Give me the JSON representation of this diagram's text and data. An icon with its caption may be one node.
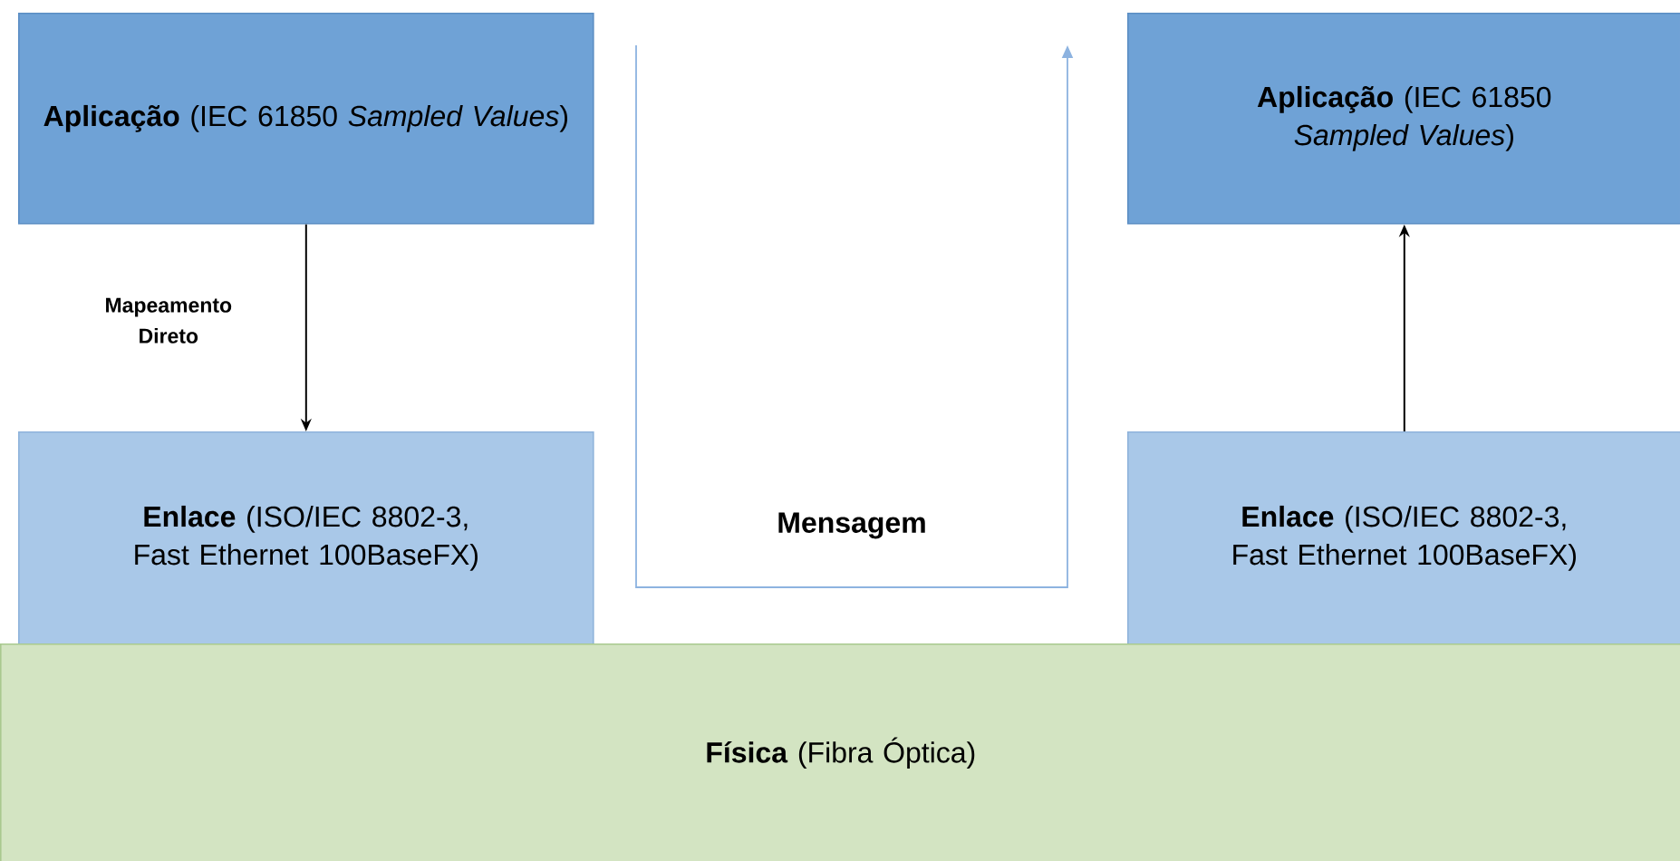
{
  "diagram": {
    "nodes": [
      {
        "text": [
          "**Aplicação** (IEC 61850 *Sampled Values*)"
        ]
      },
      {
        "text": [
          "**Enlace** (ISO/IEC 8802-3, Fast Ethernet 100BaseFX)"
        ]
      },
      {
        "text": [
          "**Aplicação** (IEC 61850 *Sampled Values*)"
        ]
      },
      {
        "text": [
          "**Enlace** (ISO/IEC 8802-3, Fast Ethernet 100BaseFX)"
        ]
      },
      {
        "text": [
          "**Física** (Fibra Óptica)"
        ]
      }
    ],
    "edges": [
      {
        "from": 0,
        "to": 1,
        "arrow": "to",
        "label": "Mapeamento Direto"
      },
      {
        "from": 3,
        "to": 2,
        "arrow": "to"
      }
    ],
    "labels": [
      "Mensagem"
    ]
  }
}
